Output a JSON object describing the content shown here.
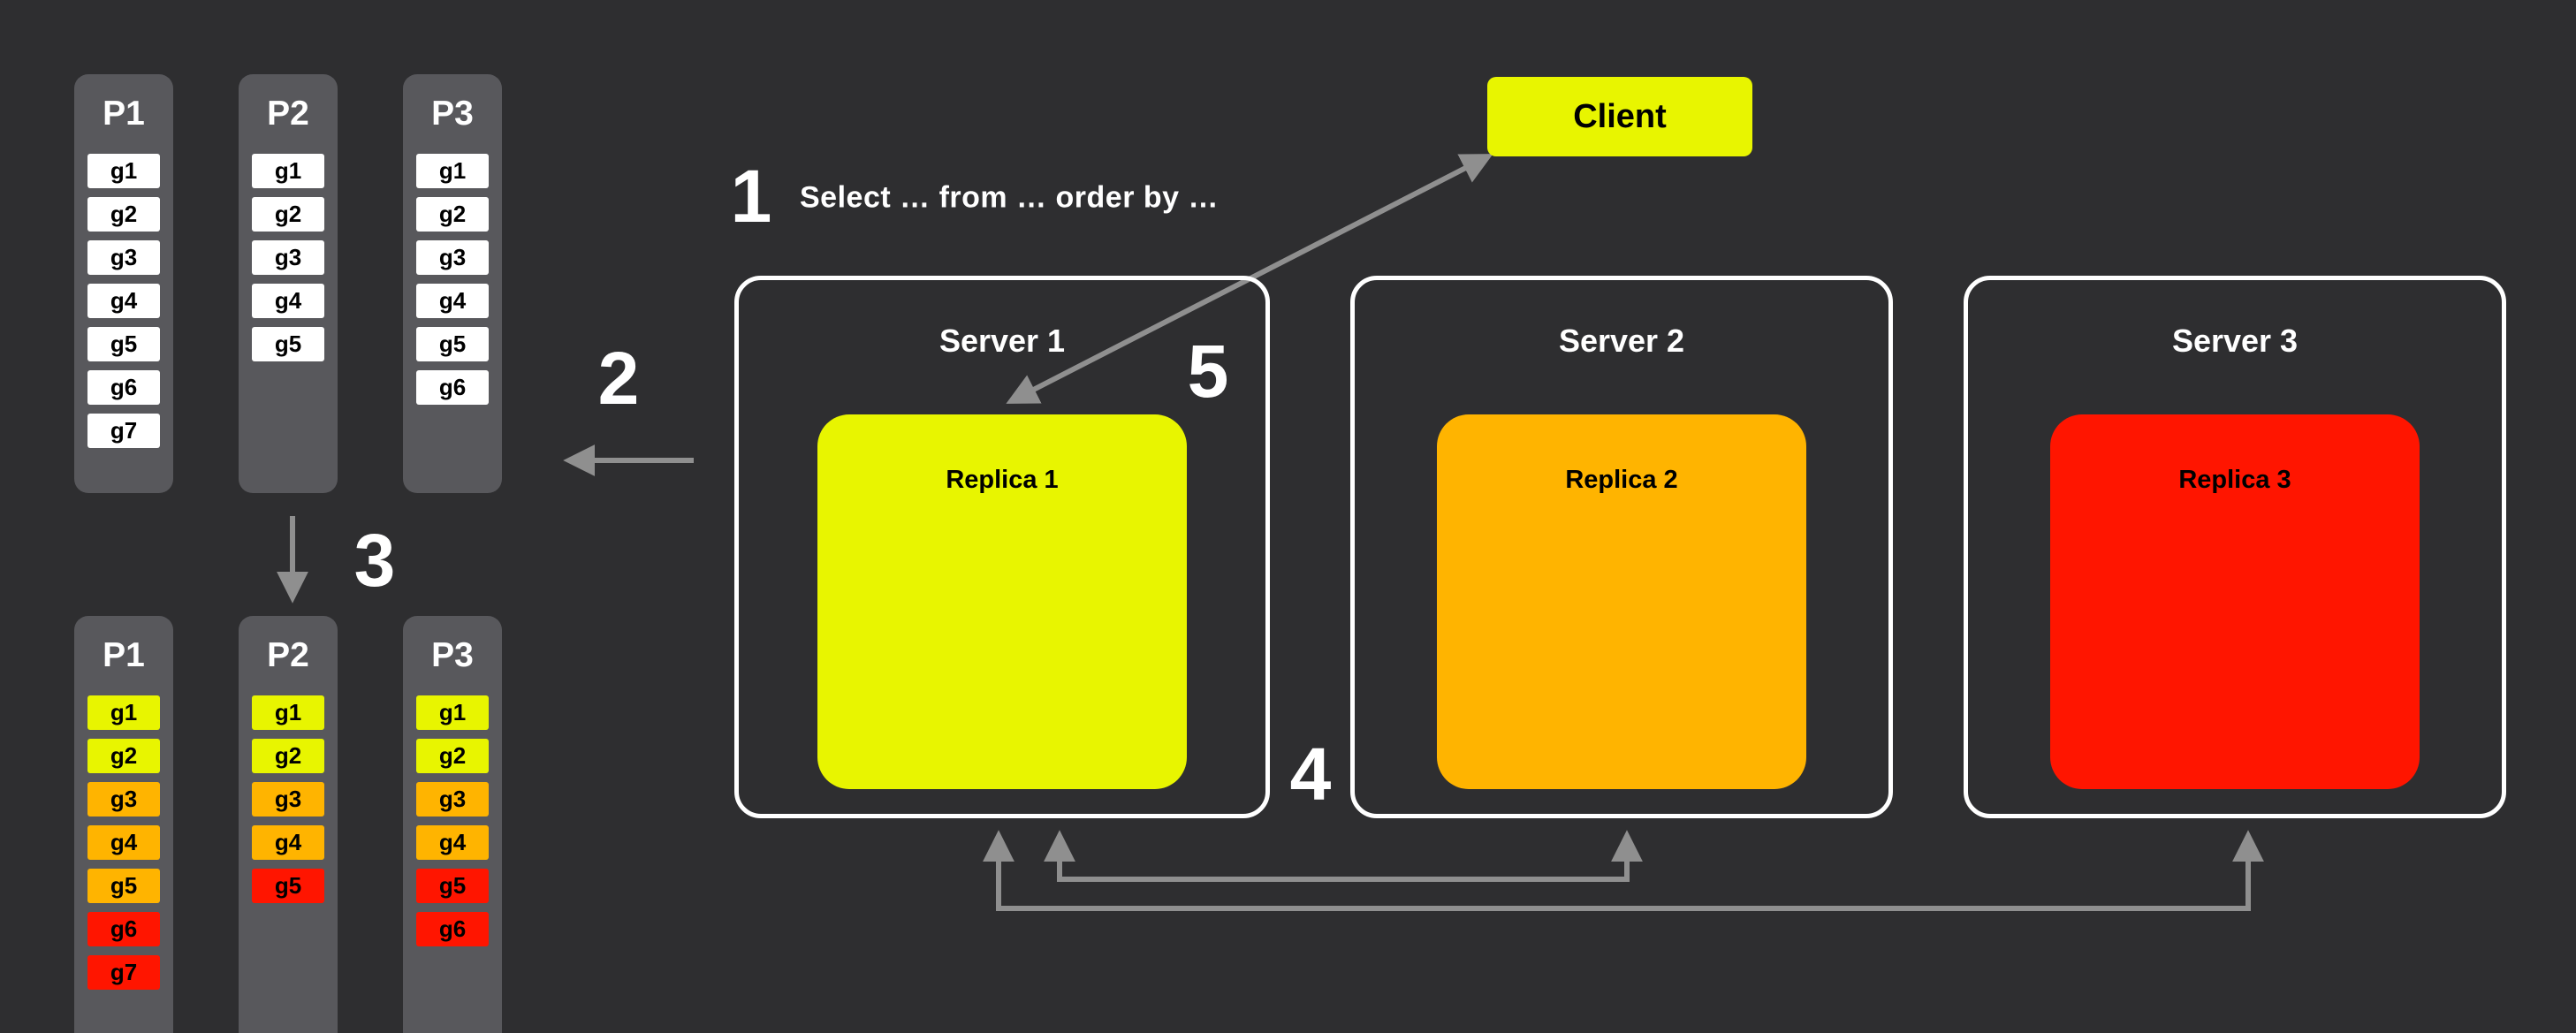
{
  "colors": {
    "background": "#2e2e30",
    "panel": "#58585c",
    "arrow": "#8f8f8f",
    "yellow": "#e8f500",
    "orange": "#ffb400",
    "red": "#ff1500"
  },
  "labels": {
    "step1": "1",
    "step1_text": "Select … from … order by …",
    "step2": "2",
    "step3": "3",
    "step4": "4",
    "step5": "5"
  },
  "client": {
    "label": "Client",
    "color": "#e8f500"
  },
  "servers": [
    {
      "label": "Server 1",
      "replica": {
        "label": "Replica 1",
        "color": "#e8f500"
      }
    },
    {
      "label": "Server 2",
      "replica": {
        "label": "Replica 2",
        "color": "#ffb400"
      }
    },
    {
      "label": "Server 3",
      "replica": {
        "label": "Replica 3",
        "color": "#ff1500"
      }
    }
  ],
  "partitions_top": [
    {
      "label": "P1",
      "cells": [
        "g1",
        "g2",
        "g3",
        "g4",
        "g5",
        "g6",
        "g7"
      ]
    },
    {
      "label": "P2",
      "cells": [
        "g1",
        "g2",
        "g3",
        "g4",
        "g5"
      ]
    },
    {
      "label": "P3",
      "cells": [
        "g1",
        "g2",
        "g3",
        "g4",
        "g5",
        "g6"
      ]
    }
  ],
  "partitions_bottom": [
    {
      "label": "P1",
      "cells": [
        {
          "label": "g1",
          "color": "#e8f500"
        },
        {
          "label": "g2",
          "color": "#e8f500"
        },
        {
          "label": "g3",
          "color": "#ffb400"
        },
        {
          "label": "g4",
          "color": "#ffb400"
        },
        {
          "label": "g5",
          "color": "#ffb400"
        },
        {
          "label": "g6",
          "color": "#ff1500"
        },
        {
          "label": "g7",
          "color": "#ff1500"
        }
      ]
    },
    {
      "label": "P2",
      "cells": [
        {
          "label": "g1",
          "color": "#e8f500"
        },
        {
          "label": "g2",
          "color": "#e8f500"
        },
        {
          "label": "g3",
          "color": "#ffb400"
        },
        {
          "label": "g4",
          "color": "#ffb400"
        },
        {
          "label": "g5",
          "color": "#ff1500"
        }
      ]
    },
    {
      "label": "P3",
      "cells": [
        {
          "label": "g1",
          "color": "#e8f500"
        },
        {
          "label": "g2",
          "color": "#e8f500"
        },
        {
          "label": "g3",
          "color": "#ffb400"
        },
        {
          "label": "g4",
          "color": "#ffb400"
        },
        {
          "label": "g5",
          "color": "#ff1500"
        },
        {
          "label": "g6",
          "color": "#ff1500"
        }
      ]
    }
  ]
}
